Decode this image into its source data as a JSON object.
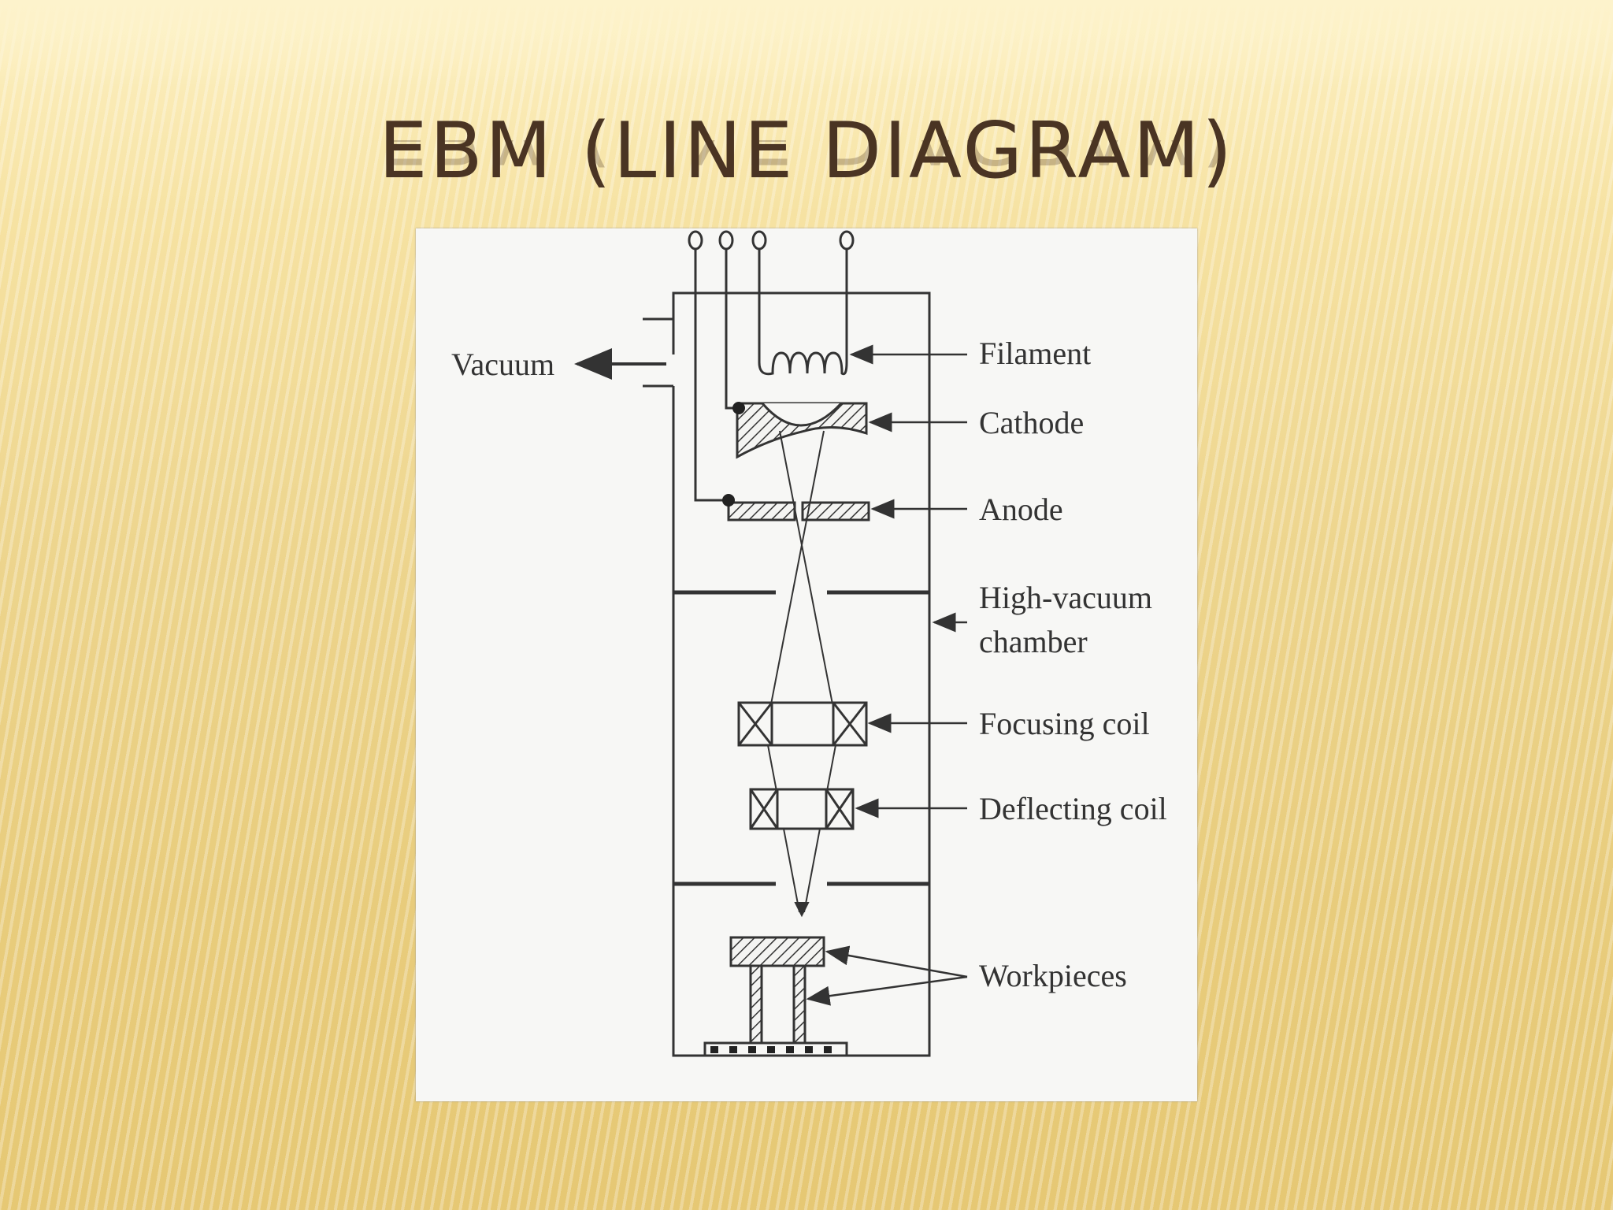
{
  "slide": {
    "title": "EBM (LINE DIAGRAM)"
  },
  "diagram": {
    "labels": {
      "vacuum": "Vacuum",
      "filament": "Filament",
      "cathode": "Cathode",
      "anode": "Anode",
      "chamber_line1": "High-vacuum",
      "chamber_line2": "chamber",
      "focusing_coil": "Focusing coil",
      "deflecting_coil": "Deflecting coil",
      "workpieces": "Workpieces"
    }
  }
}
